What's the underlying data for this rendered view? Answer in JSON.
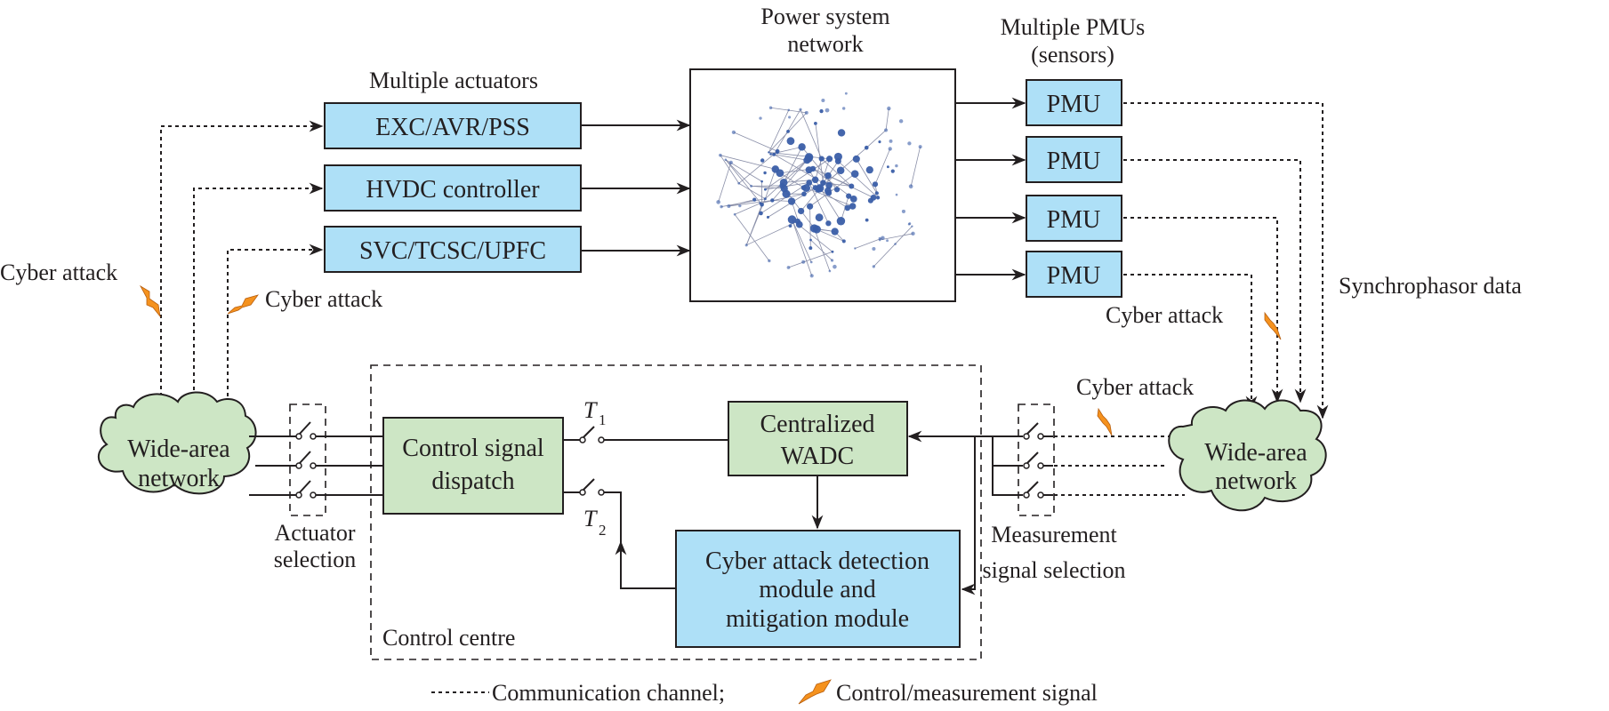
{
  "diagram": {
    "power_system": {
      "title_line1": "Power system",
      "title_line2": "network"
    },
    "actuators": {
      "title": "Multiple actuators",
      "items": [
        "EXC/AVR/PSS",
        "HVDC controller",
        "SVC/TCSC/UPFC"
      ]
    },
    "pmus": {
      "title_line1": "Multiple PMUs",
      "title_line2": "(sensors)",
      "items": [
        "PMU",
        "PMU",
        "PMU",
        "PMU"
      ]
    },
    "synchrophasor_label": "Synchrophasor data",
    "cyber_attack_labels": [
      "Cyber attack",
      "Cyber attack",
      "Cyber attack",
      "Cyber attack"
    ],
    "wan_left": {
      "line1": "Wide-area",
      "line2": "network"
    },
    "wan_right": {
      "line1": "Wide-area",
      "line2": "network"
    },
    "actuator_selection": {
      "line1": "Actuator",
      "line2": "selection"
    },
    "measurement_selection": {
      "line1": "Measurement",
      "line2": "signal selection"
    },
    "control_centre": {
      "label": "Control centre",
      "dispatch": {
        "line1": "Control signal",
        "line2": "dispatch"
      },
      "wadc": {
        "line1": "Centralized",
        "line2": "WADC"
      },
      "detection": {
        "line1": "Cyber attack detection",
        "line2": "module and",
        "line3": "mitigation module"
      },
      "switch_t1": {
        "base": "T",
        "sub": "1"
      },
      "switch_t2": {
        "base": "T",
        "sub": "2"
      }
    },
    "legend": {
      "communication": "Communication channel;",
      "signal": "Control/measurement signal"
    },
    "colors": {
      "actuator_fill": "#aee0f7",
      "controller_fill": "#cde6c5",
      "attack_bolt": "#f5921e",
      "network_node": "#3a5ea8"
    }
  }
}
